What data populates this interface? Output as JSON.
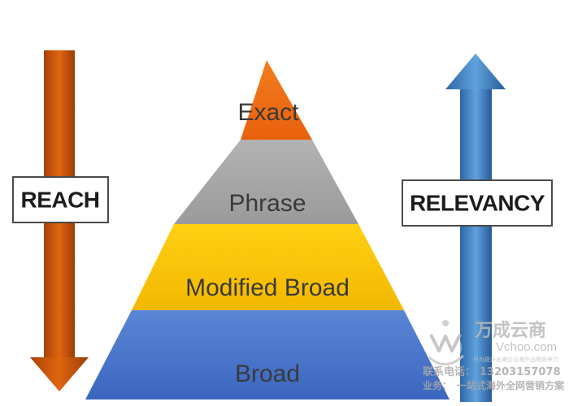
{
  "pyramid": {
    "tiers": [
      {
        "label": "Exact",
        "color": "#ef6a12"
      },
      {
        "label": "Phrase",
        "color": "#a6a6a6"
      },
      {
        "label": "Modified Broad",
        "color": "#fbc707"
      },
      {
        "label": "Broad",
        "color": "#4a76cc"
      }
    ]
  },
  "left_indicator": {
    "label": "REACH",
    "arrow_direction": "down",
    "arrow_color": "#c0500e"
  },
  "right_indicator": {
    "label": "RELEVANCY",
    "arrow_direction": "up",
    "arrow_color": "#3f83c4"
  },
  "watermark": {
    "brand": "万成云商",
    "site": "Vchoo.com",
    "slogan": "只为提升出海企业海外品牌竞争力",
    "phone_label": "联系电话：",
    "phone": "13203157078",
    "business_label": "业务：",
    "business": "一站式海外全网营销方案"
  }
}
